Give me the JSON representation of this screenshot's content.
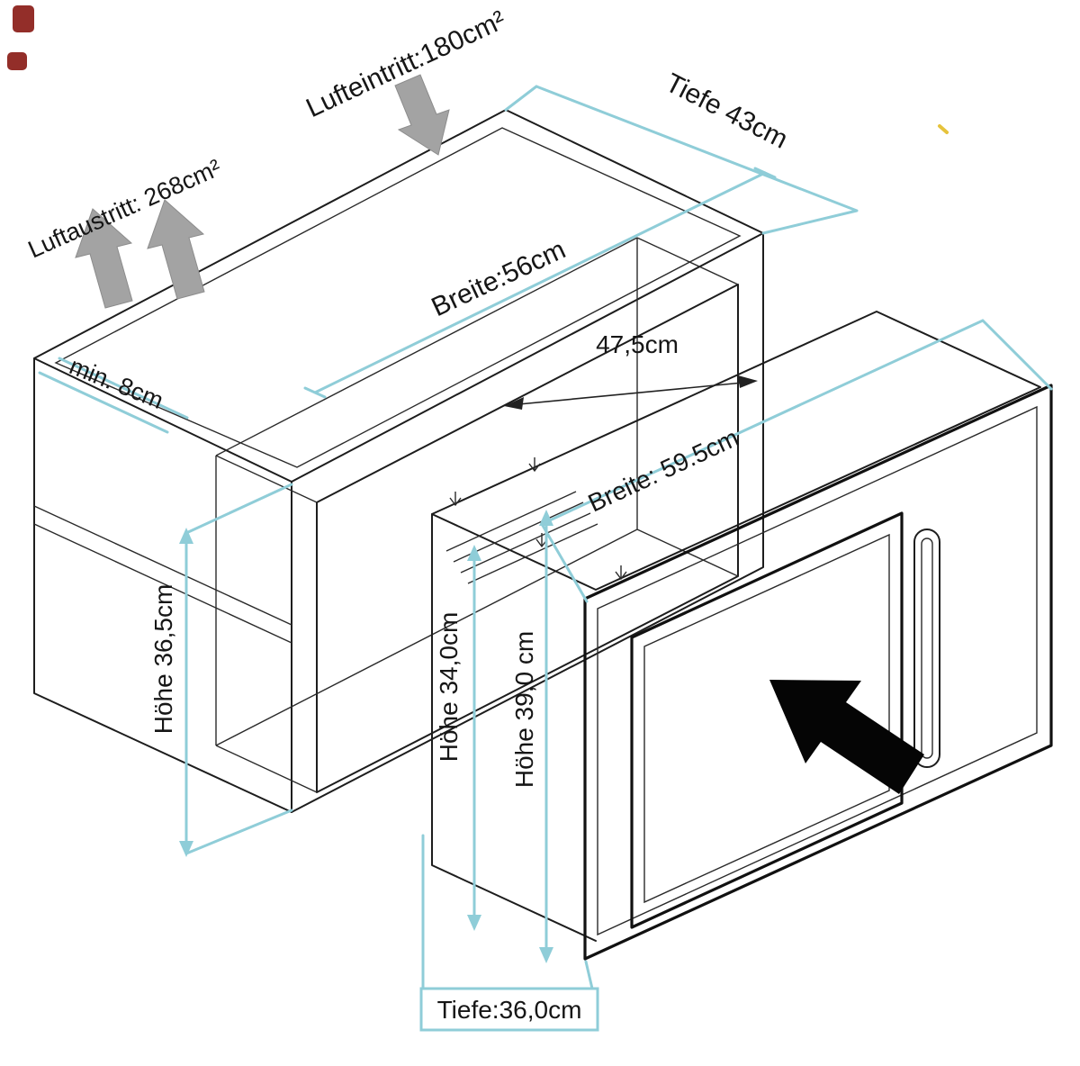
{
  "diagram": {
    "type": "built-in appliance installation dimension drawing",
    "labels": {
      "air_inlet": "Lufteintritt:180cm²",
      "air_outlet": "Luftaustritt: 268cm²",
      "cabinet_depth": "Tiefe 43cm",
      "niche_width": "Breite:56cm",
      "inner_width": "47,5cm",
      "min_clearance": "min.  8cm",
      "trim_width": "Breite: 59.5cm",
      "niche_height": "Höhe 36,5cm",
      "appliance_height": "Höhe 34,0cm",
      "trim_height": "Höhe 39,0 cm",
      "appliance_depth": "Tiefe:36,0cm"
    },
    "colors": {
      "dimension_line": "#8fcdd8",
      "outline": "#1d1d1d",
      "airflow_arrow": "#a3a3a3",
      "insert_arrow": "#050505"
    }
  }
}
